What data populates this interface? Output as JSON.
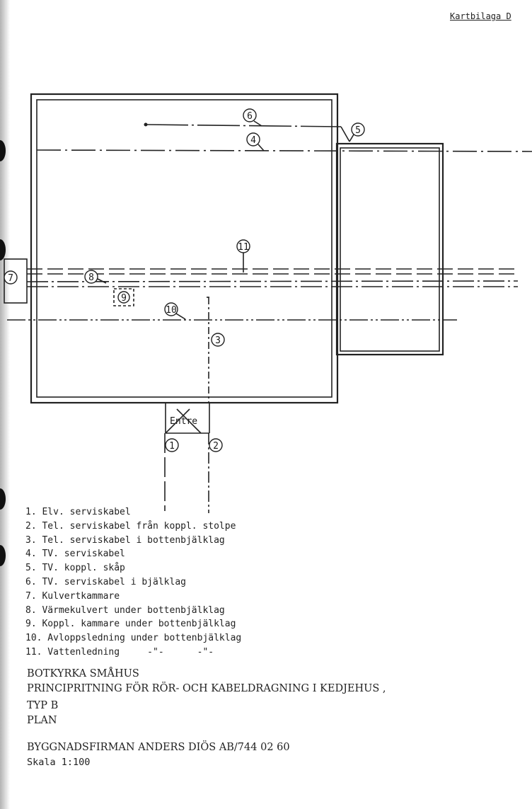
{
  "header": {
    "map_appendix_label": "Kartbilaga D"
  },
  "diagram": {
    "callouts": [
      "1",
      "2",
      "3",
      "4",
      "5",
      "6",
      "7",
      "8",
      "9",
      "10",
      "11"
    ],
    "entrance_label": "Entre"
  },
  "legend": [
    "1. Elv. serviskabel",
    "2. Tel. serviskabel från koppl. stolpe",
    "3. Tel. serviskabel i bottenbjälklag",
    "4. TV. serviskabel",
    "5. TV. koppl. skåp",
    "6. TV. serviskabel i bjälklag",
    "7. Kulvertkammare",
    "8. Värmekulvert under bottenbjälklag",
    "9. Koppl. kammare under bottenbjälklag",
    "10. Avloppsledning under bottenbjälklag",
    "11. Vattenledning     -\"-      -\"-"
  ],
  "title_block": {
    "municipality": "BOTKYRKA SMÅHUS",
    "drawing_title": "PRINCIPRITNING FÖR RÖR- OCH KABELDRAGNING I KEDJEHUS ,",
    "type": "TYP B",
    "view": "PLAN",
    "firm": "BYGGNADSFIRMAN ANDERS DIÖS AB/744 02 60",
    "scale": "Skala 1:100"
  }
}
